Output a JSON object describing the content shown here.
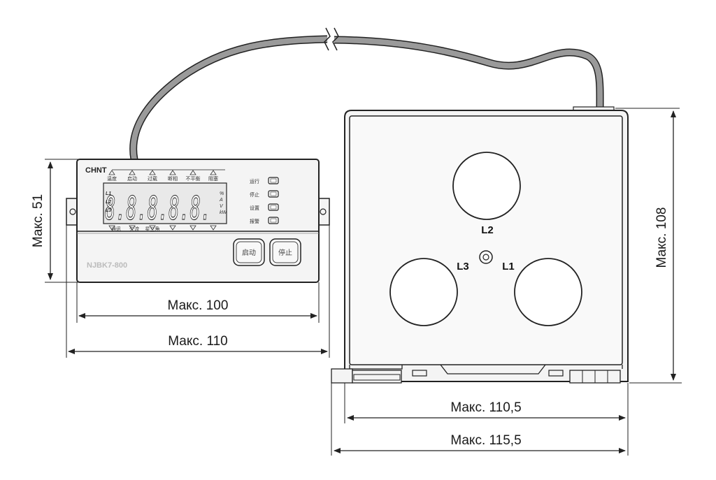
{
  "colors": {
    "line": "#222222",
    "cable": "#9a9a9a",
    "panel": "#f4f4f4",
    "display_bg": "#e9e9e9"
  },
  "controller": {
    "brand": "CHNT",
    "model": "NJBK7-800",
    "top_labels": [
      "温度",
      "启动",
      "过载",
      "断相",
      "不平衡",
      "阻塞"
    ],
    "bottom_labels": [
      "通讯",
      "欠流",
      "星三角"
    ],
    "phase_labels": [
      "L1",
      "L2",
      "L3"
    ],
    "unit_labels": [
      "%",
      "A",
      "V",
      "kW"
    ],
    "display_digits": "8.8.8.8.8.",
    "indicators": [
      "运行",
      "停止",
      "设置",
      "报警"
    ],
    "buttons": {
      "start": "启动",
      "stop": "停止"
    }
  },
  "transformer": {
    "phases": [
      "L2",
      "L3",
      "L1"
    ]
  },
  "dimensions": {
    "height_controller": "Макс. 51",
    "width_controller_inner": "Макс. 100",
    "width_controller_outer": "Макс. 110",
    "height_transformer": "Макс. 108",
    "width_transformer_inner": "Макс. 110,5",
    "width_transformer_outer": "Макс. 115,5"
  }
}
